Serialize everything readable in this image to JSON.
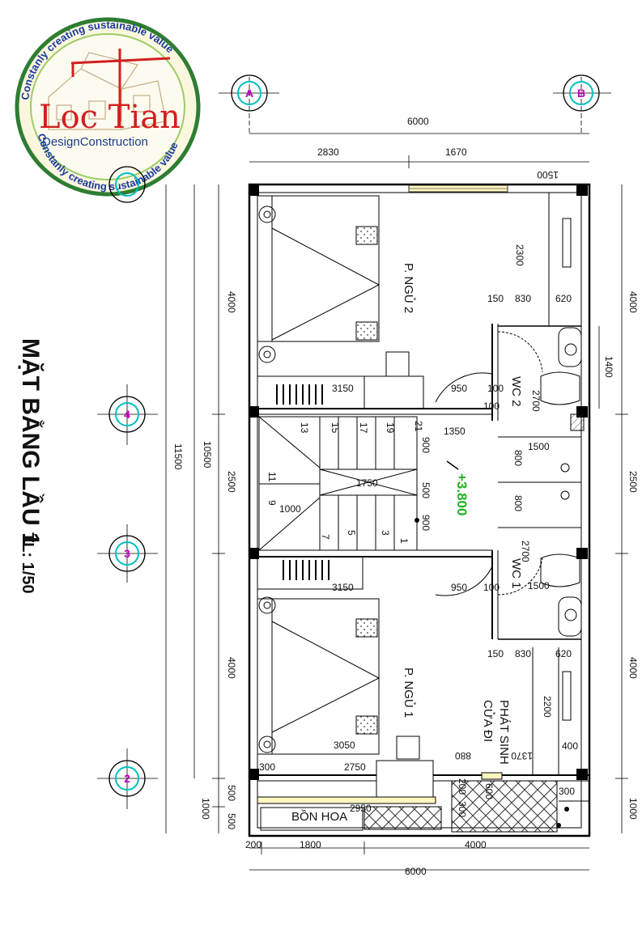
{
  "logo": {
    "ring_text": "Constanly creating sustainable value",
    "brand": "Loc Tian",
    "subtitle": "DesignConstruction"
  },
  "drawing": {
    "title": "MẶT BẰNG LẦU 1",
    "scale": "TL: 1/50",
    "level": "+3.800"
  },
  "axes": {
    "a": "A",
    "b": "B",
    "ax4": "4",
    "ax3": "3",
    "ax2": "2"
  },
  "rooms": {
    "bedroom2": "P. NGỦ 2",
    "bedroom1": "P. NGỦ 1",
    "wc2": "WC 2",
    "wc1": "WC 1",
    "door_note_1": "PHÁT SINH",
    "door_note_2": "CỬA ĐI",
    "flower": "BỒN HOA"
  },
  "stair_steps": [
    "1",
    "3",
    "5",
    "7",
    "9",
    "11",
    "13",
    "15",
    "17",
    "19",
    "21"
  ],
  "dimensions": {
    "top_total": "6000",
    "top_left": "2830",
    "top_right": "1670",
    "top_rot": "1500",
    "left_total": "11500",
    "left_inner": "10500",
    "left_4000a": "4000",
    "left_2500": "2500",
    "left_4000b": "4000",
    "left_1000": "1000",
    "left_500a": "500",
    "left_500b": "500",
    "right_4000a": "4000",
    "right_1400": "1400",
    "right_2500": "2500",
    "right_4000b": "4000",
    "right_1000": "1000",
    "d2300": "2300",
    "d150a": "150",
    "d830a": "830",
    "d620a": "620",
    "d3150a": "3150",
    "d950a": "950",
    "d100a": "100",
    "d100b": "100",
    "d2700a": "2700",
    "d1350": "1350",
    "d1500a": "1500",
    "d800a": "800",
    "d800b": "800",
    "d1750": "1750",
    "d1000": "1000",
    "d900a": "900",
    "d500": "500",
    "d900b": "900",
    "d2700b": "2700",
    "d1500b": "1500",
    "d3150b": "3150",
    "d950b": "950",
    "d100c": "100",
    "d150b": "150",
    "d830b": "830",
    "d620b": "620",
    "d2200": "2200",
    "d3050": "3050",
    "d400": "400",
    "d300a": "300",
    "d2750": "2750",
    "d880": "880",
    "d1370": "1370",
    "d200a": "200",
    "d300b": "300",
    "d600": "600",
    "d300c": "300",
    "d2950": "2950",
    "bot_200": "200",
    "bot_1800": "1800",
    "bot_4000": "4000",
    "bot_total": "6000"
  }
}
